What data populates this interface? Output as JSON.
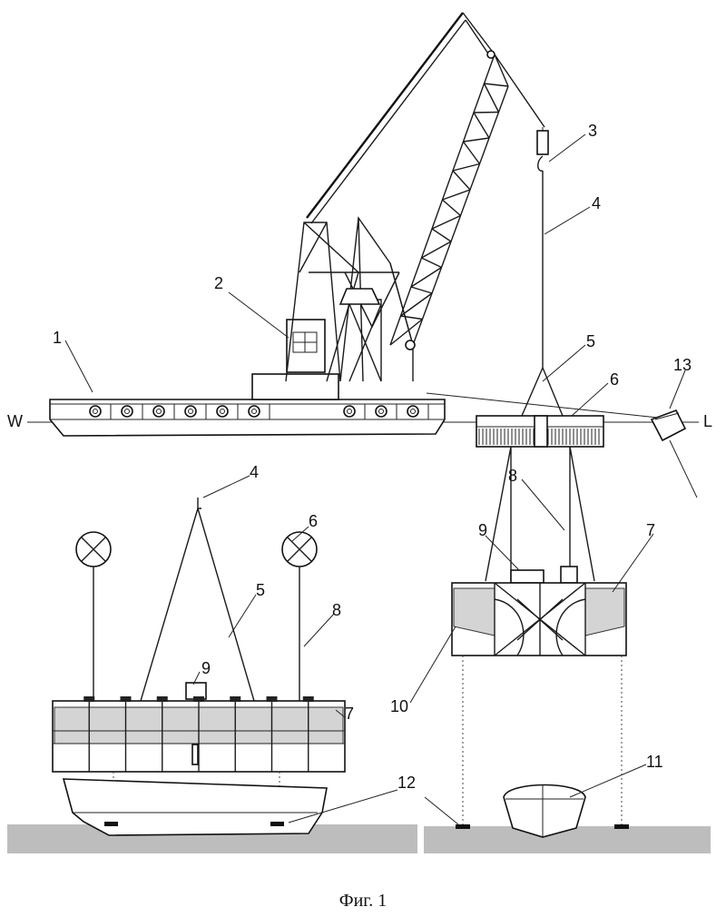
{
  "figure": {
    "caption": "Фиг. 1",
    "waterline_left": "W",
    "waterline_right": "L",
    "callouts": [
      {
        "id": "c1",
        "text": "1"
      },
      {
        "id": "c2",
        "text": "2"
      },
      {
        "id": "c3",
        "text": "3"
      },
      {
        "id": "c4a",
        "text": "4"
      },
      {
        "id": "c5a",
        "text": "5"
      },
      {
        "id": "c6a",
        "text": "6"
      },
      {
        "id": "c13",
        "text": "13"
      },
      {
        "id": "c4b",
        "text": "4"
      },
      {
        "id": "c6b",
        "text": "6"
      },
      {
        "id": "c5b",
        "text": "5"
      },
      {
        "id": "c8a",
        "text": "8"
      },
      {
        "id": "c9a",
        "text": "9"
      },
      {
        "id": "c7a",
        "text": "7"
      },
      {
        "id": "c8b",
        "text": "8"
      },
      {
        "id": "c9b",
        "text": "9"
      },
      {
        "id": "c7b",
        "text": "7"
      },
      {
        "id": "c10",
        "text": "10"
      },
      {
        "id": "c11",
        "text": "11"
      },
      {
        "id": "c12",
        "text": "12"
      }
    ]
  }
}
